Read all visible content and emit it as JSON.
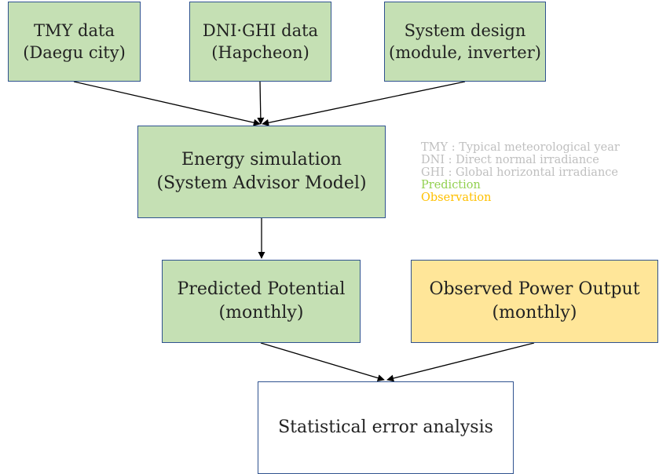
{
  "boxes": {
    "tmy": {
      "line1": "TMY data",
      "line2": "(Daegu city)"
    },
    "dni": {
      "line1": "DNI·GHI data",
      "line2": "(Hapcheon)"
    },
    "system": {
      "line1": "System design",
      "line2": "(module, inverter)"
    },
    "simulation": {
      "line1": "Energy simulation",
      "line2": "(System Advisor Model)"
    },
    "predicted": {
      "line1": "Predicted Potential",
      "line2": "(monthly)"
    },
    "observed": {
      "line1": "Observed Power Output",
      "line2": "(monthly)"
    },
    "statistical": {
      "line1": "Statistical error analysis"
    }
  },
  "legend": {
    "tmy": "TMY : Typical meteorological year",
    "dni": "DNI : Direct normal irradiance",
    "ghi": "GHI : Global horizontal irradiance",
    "prediction": "Prediction",
    "observation": "Observation"
  },
  "colors": {
    "prediction_fill": "#c5e0b4",
    "observation_fill": "#ffe699",
    "box_border": "#2f528f",
    "legend_text": "#bfbfbf",
    "legend_prediction": "#92d050",
    "legend_observation": "#ffc000"
  }
}
